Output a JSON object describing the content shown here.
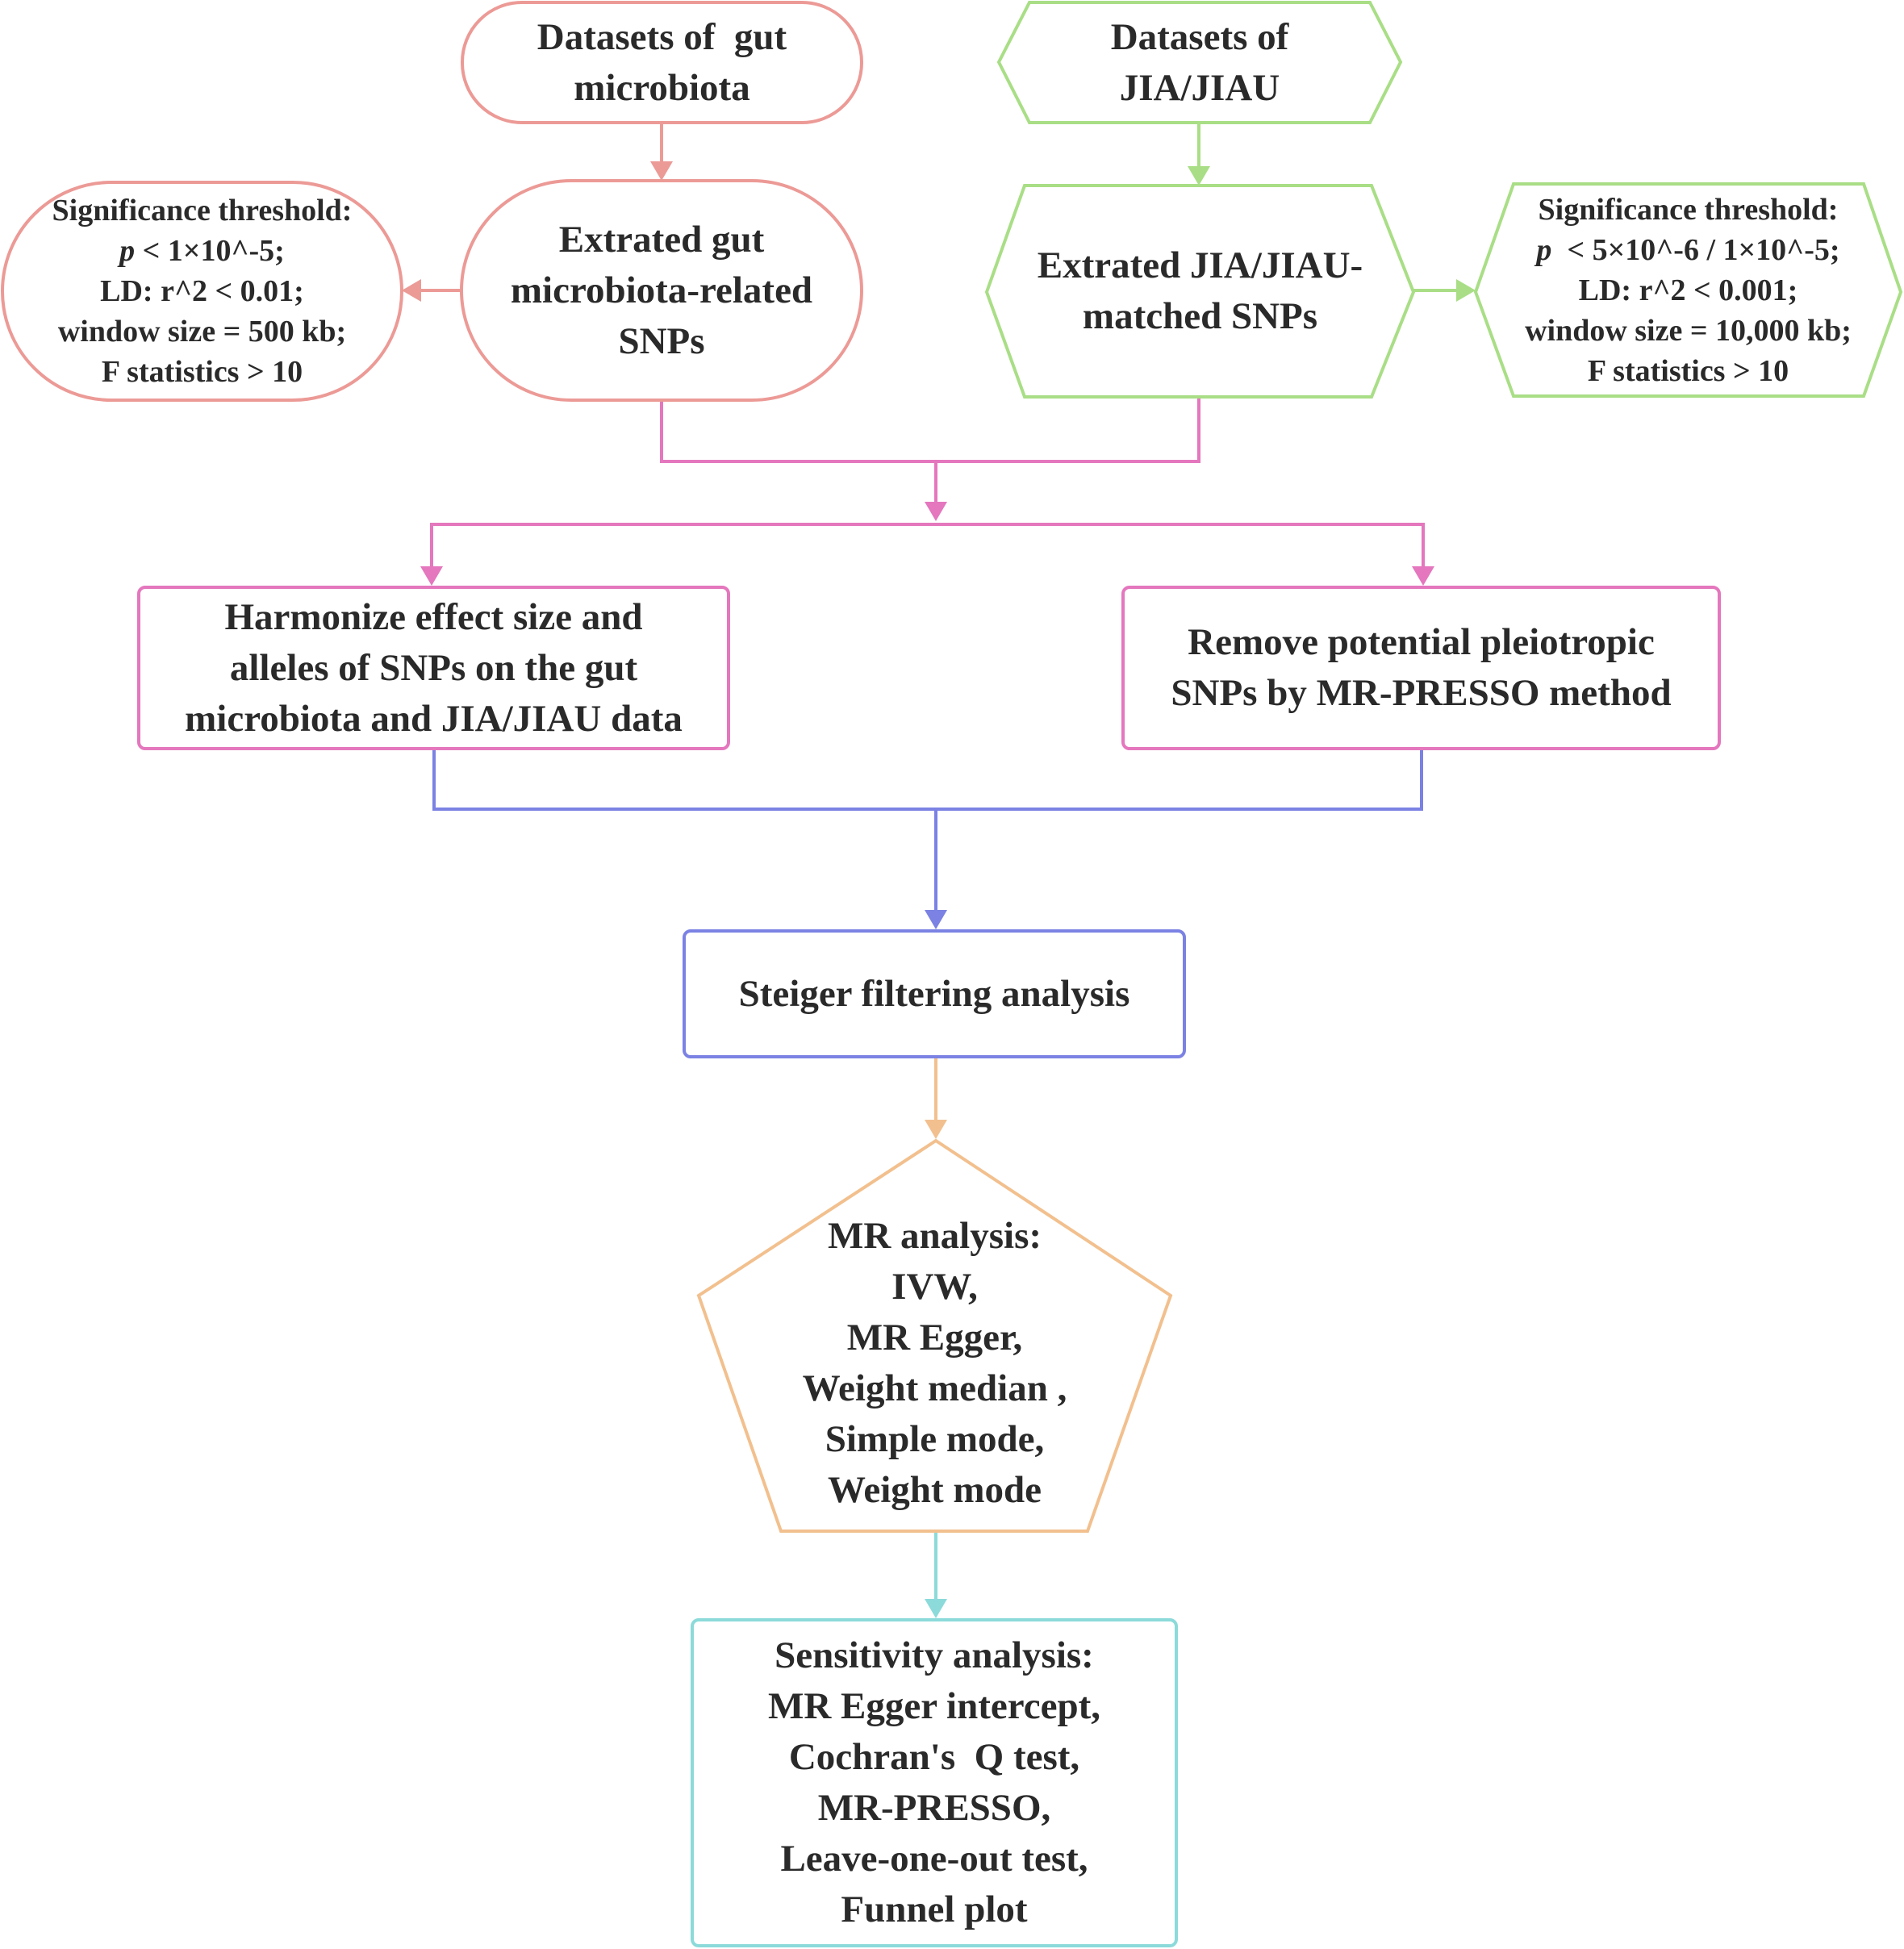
{
  "colors": {
    "gut": "#ec9a96",
    "jia": "#a9de86",
    "merge": "#e477bd",
    "blue": "#7b82e3",
    "orange": "#f2c08e",
    "teal": "#8cdada",
    "text": "#2a2a2a"
  },
  "boxes": {
    "gut_datasets": {
      "lines": [
        "Datasets of  gut",
        "microbiota"
      ]
    },
    "jia_datasets": {
      "lines": [
        "Datasets of",
        "JIA/JIAU"
      ]
    },
    "gut_extract": {
      "lines": [
        "Extrated gut",
        "microbiota-related",
        "SNPs"
      ]
    },
    "jia_extract": {
      "lines": [
        "Extrated JIA/JIAU-",
        "matched SNPs"
      ]
    },
    "gut_threshold": {
      "line1": "Significance threshold:",
      "line2_italic": "p",
      "line2_rest": " < 1×10^-5;",
      "line3": "LD: r^2 < 0.01;",
      "line4": "window size = 500 kb;",
      "line5": "F statistics  >  10"
    },
    "jia_threshold": {
      "line1": "Significance threshold:",
      "line2_italic": "p",
      "line2_rest": "  < 5×10^-6 / 1×10^-5;",
      "line3": "LD: r^2 < 0.001;",
      "line4": "window size = 10,000 kb;",
      "line5": "F statistics >  10"
    },
    "harmonize": {
      "lines": [
        "Harmonize effect size and",
        "alleles of SNPs on the gut",
        "microbiota and JIA/JIAU data"
      ]
    },
    "remove": {
      "lines": [
        "Remove potential pleiotropic",
        "SNPs by MR-PRESSO method"
      ]
    },
    "steiger": {
      "lines": [
        "Steiger filtering analysis"
      ]
    },
    "mr_analysis": {
      "lines": [
        "MR analysis:",
        "IVW,",
        "MR Egger,",
        "Weight median ,",
        "Simple mode,",
        "Weight mode"
      ]
    },
    "sensitivity": {
      "lines": [
        "Sensitivity analysis:",
        "MR Egger intercept,",
        "Cochran's  Q test,",
        "MR-PRESSO,",
        "Leave-one-out test,",
        "Funnel plot"
      ]
    }
  }
}
